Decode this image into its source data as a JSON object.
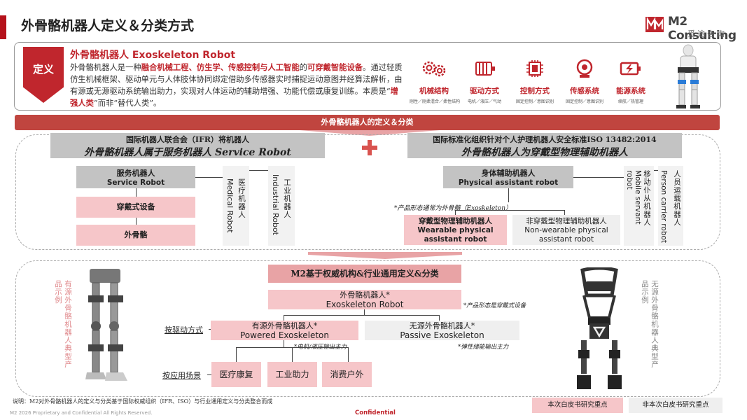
{
  "header": {
    "title": "外骨骼机器人定义＆分类方式",
    "logo_name": "M2 Consulting",
    "logo_cn": "觅途咨询"
  },
  "definition": {
    "tag": "定义",
    "heading": "外骨骼机器人 Exoskeleton Robot",
    "body_p1": "外骨骼机器人是一种",
    "body_b1": "融合机械工程、仿生学、传感控制与人工智能",
    "body_p2": "的",
    "body_b2": "可穿戴智能设备",
    "body_p3": "。通过轻质仿生机械框架、驱动单元与人体肢体协同绑定借助多传感器实时捕捉运动意图并经算法解析，由有源或无源驱动系统输出助力，实现对人体运动的辅助增强、功能代偿或康复训练。本质是“",
    "body_b3": "增强人类",
    "body_p4": "”而非“替代人类”。"
  },
  "features": [
    {
      "label": "机械结构",
      "sub": "刚性／刚柔混合／柔性结构",
      "icon": "gears-icon"
    },
    {
      "label": "驱动方式",
      "sub": "电机／液压／气动",
      "icon": "motor-icon"
    },
    {
      "label": "控制方式",
      "sub": "固定控制／意图识别",
      "icon": "chip-icon"
    },
    {
      "label": "传感系统",
      "sub": "固定控制／意图识别",
      "icon": "sensor-icon"
    },
    {
      "label": "能源系统",
      "sub": "续航／热管理",
      "icon": "battery-icon"
    }
  ],
  "banner": "外骨骼机器人的定义＆分类",
  "ifr": {
    "line1": "国际机器人联合会（IFR）将机器人",
    "line2": "外骨骼机器人属于服务机器人 Service Robot",
    "service_cn": "服务机器人",
    "service_en": "Service Robot",
    "wearable": "穿戴式设备",
    "exo": "外骨骼",
    "medical_cn": "医疗机器人",
    "medical_en": "Medical Robot",
    "industrial_cn": "工业机器人",
    "industrial_en": "Industrial Robot"
  },
  "iso": {
    "line1": "国际标准化组织针对个人护理机器人安全标准ISO 13482:2014",
    "line2": "外骨骼机器人为穿戴型物理辅助机器人",
    "physical_cn": "身体辅助机器人",
    "physical_en": "Physical assistant robot",
    "note": "*产品形态通常为外骨骼（Exoskeleton）",
    "wearable_cn": "穿戴型物理辅助机器人",
    "wearable_en": "Wearable physical assistant robot",
    "nonwear_cn": "非穿戴型物理辅助机器人",
    "nonwear_en": "Non-wearable physical assistant robot",
    "mobile_cn": "移动仆从机器人",
    "mobile_en": "Mobile servant robot",
    "carrier_cn": "人员运载机器人",
    "carrier_en": "Person carrier robot"
  },
  "m2": {
    "title": "M2基于权威机构&行业通用定义&分类",
    "exo_cn": "外骨骼机器人*",
    "exo_en": "Exoskeleton Robot",
    "exo_note": "*产品形态是穿戴式设备",
    "drive_label": "按驱动方式",
    "powered_cn": "有源外骨骼机器人*",
    "powered_en": "Powered Exoskeleton",
    "powered_note": "*电机/液压输出主力",
    "passive_cn": "无源外骨骼机器人*",
    "passive_en": "Passive Exoskeleton",
    "passive_note": "*弹性储能输出主力",
    "scene_label": "按应用场景",
    "scenes": [
      "医疗康复",
      "工业助力",
      "消费户外"
    ],
    "left_caption": "有源外骨骼机器人典型产品示例",
    "right_caption": "无源外骨骼机器人典型产品示例"
  },
  "footer": {
    "note": "说明：M2对外骨骼机器人的定义与分类基于国际权威组织（IFR、ISO）与行业通用定义与分类整合而成",
    "copyright": "M2  2026 Proprietary and Confidential All Rights Reserved.",
    "confidential": "Confidential",
    "legend_focus": "本次白皮书研究重点",
    "legend_nonfocus": "非本次白皮书研究重点"
  },
  "colors": {
    "accent": "#c0262d",
    "focus": "#f6c6c9",
    "nonfocus": "#efefef",
    "grey_box": "#c3c3c3"
  }
}
